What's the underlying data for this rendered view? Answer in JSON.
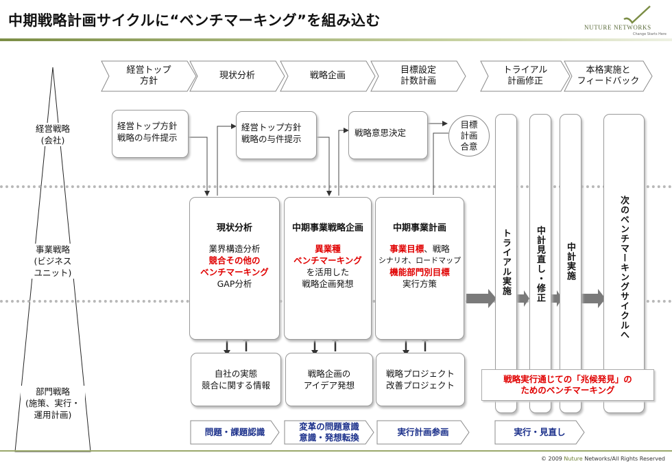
{
  "header": {
    "title": "中期戦略計画サイクルに“ベンチマーキング”を組み込む",
    "logo_name": "NUTURE NETWORKS",
    "logo_tagline": "Change Starts Here"
  },
  "phases": [
    "経営トップ\n方針",
    "現状分析",
    "戦略企画",
    "目標設定\n計数計画",
    "トライアル\n計画修正",
    "本格実施と\nフィードバック"
  ],
  "levels": {
    "corporate": "経営戦略\n(会社)",
    "business": "事業戦略\n(ビジネス\nユニット)",
    "department": "部門戦略\n(施策、実行・\n運用計画)"
  },
  "corporate_boxes": {
    "b1": "経営トップ方針\n戦略の与件提示",
    "b2": "経営トップ方針\n戦略の与件提示",
    "b3": "戦略意思決定",
    "circle": "目標\n計画\n合意"
  },
  "business_boxes": {
    "analysis": {
      "title": "現状分析",
      "l1": "業界構造分析",
      "r1": "競合その他の",
      "r2": "ベンチマーキング",
      "l2": "GAP分析"
    },
    "planning": {
      "title": "中期事業戦略企画",
      "r1": "異業種",
      "r2": "ベンチマーキング",
      "l1": "を活用した",
      "l2": "戦略企画発想"
    },
    "midterm": {
      "title": "中期事業計画",
      "r1": "事業目標",
      "t1": "、戦略",
      "t2": "シナリオ、ロードマップ",
      "r2": "機能部門別目標",
      "t3": "実行方策"
    }
  },
  "dept_boxes": {
    "d1": "自社の実態\n競合に関する情報",
    "d2": "戦略企画の\nアイデア発想",
    "d3": "戦略プロジェクト\n改善プロジェクト"
  },
  "vertical_bars": {
    "trial": "トライアル実施",
    "review": "中計見直し・修正",
    "execute": "中計実施",
    "next": "次のベンチマーキングサイクルへ"
  },
  "signal_note": "戦略実行通じての「兆候発見」の\nためのベンチマーキング",
  "outcomes": [
    "問題・課題認識",
    "変革の問題意識\n意識・発想転換",
    "実行計画参画",
    "実行・見直し"
  ],
  "footer": {
    "prefix": "© 2009 ",
    "brand": "Nuture",
    "suffix": " Networks/All Rights Reserved"
  },
  "colors": {
    "accent_red": "#e00000",
    "outcome_blue": "#1a2f8a",
    "brand_green": "#6b7d2f",
    "arrow_gray": "#7a7a7a"
  }
}
